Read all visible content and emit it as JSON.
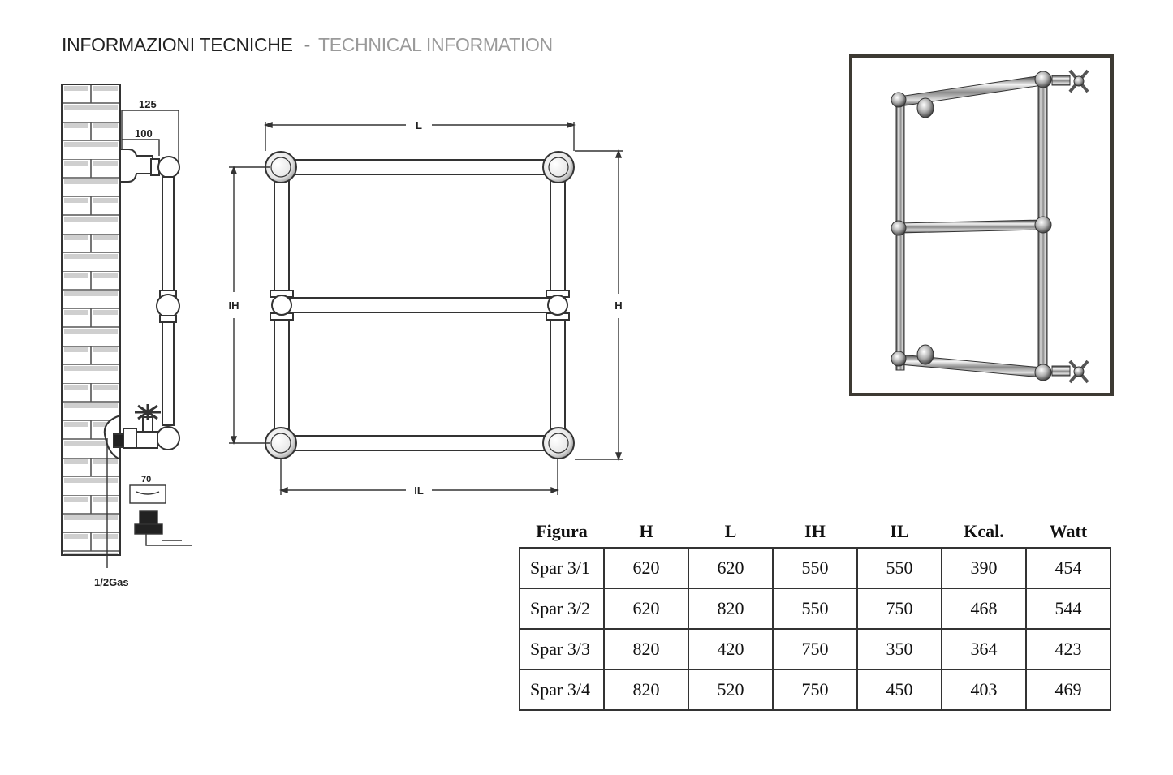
{
  "header": {
    "title_it": "INFORMAZIONI TECNICHE",
    "separator": "-",
    "title_en": "TECHNICAL INFORMATION"
  },
  "side_view": {
    "dim_125": "125",
    "dim_100": "100",
    "dim_70": "70",
    "pipe_label": "1/2Gas"
  },
  "front_view": {
    "label_L": "L",
    "label_IL": "IL",
    "label_IH": "IH",
    "label_H": "H"
  },
  "spec_table": {
    "headers": [
      "Figura",
      "H",
      "L",
      "IH",
      "IL",
      "Kcal.",
      "Watt"
    ],
    "rows": [
      [
        "Spar 3/1",
        "620",
        "620",
        "550",
        "550",
        "390",
        "454"
      ],
      [
        "Spar 3/2",
        "620",
        "820",
        "550",
        "750",
        "468",
        "544"
      ],
      [
        "Spar 3/3",
        "820",
        "420",
        "750",
        "350",
        "364",
        "423"
      ],
      [
        "Spar 3/4",
        "820",
        "520",
        "750",
        "450",
        "403",
        "469"
      ]
    ]
  },
  "colors": {
    "line": "#333333",
    "photo_frame": "#3d3a33",
    "chrome_dark": "#4a4a4a",
    "chrome_light": "#e8e8e8"
  }
}
